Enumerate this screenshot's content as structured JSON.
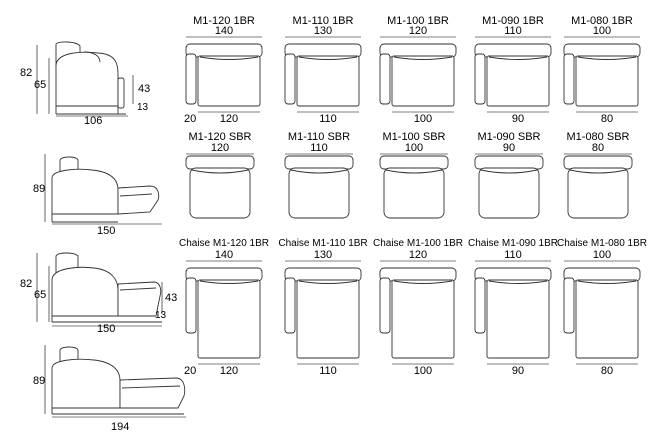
{
  "sides": [
    {
      "height": "82",
      "seat": "65",
      "arm": "43",
      "foot": "13",
      "depth": "106"
    },
    {
      "height": "89",
      "seat": "",
      "arm": "",
      "foot": "",
      "depth": "150"
    },
    {
      "height": "82",
      "seat": "65",
      "arm": "43",
      "foot": "13",
      "depth": "150"
    },
    {
      "height": "89",
      "seat": "",
      "arm": "",
      "foot": "",
      "depth": "194"
    }
  ],
  "modules": [
    [
      {
        "title": "M1-120 1BR",
        "total": "140",
        "inner": "120",
        "arm": "20"
      },
      {
        "title": "M1-110 1BR",
        "total": "130",
        "inner": "110",
        "arm": ""
      },
      {
        "title": "M1-100 1BR",
        "total": "120",
        "inner": "100",
        "arm": ""
      },
      {
        "title": "M1-090 1BR",
        "total": "110",
        "inner": "90",
        "arm": ""
      },
      {
        "title": "M1-080 1BR",
        "total": "100",
        "inner": "80",
        "arm": ""
      }
    ],
    [
      {
        "title": "M1-120 SBR",
        "total": "120",
        "inner": "",
        "arm": ""
      },
      {
        "title": "M1-110 SBR",
        "total": "110",
        "inner": "",
        "arm": ""
      },
      {
        "title": "M1-100 SBR",
        "total": "100",
        "inner": "",
        "arm": ""
      },
      {
        "title": "M1-090 SBR",
        "total": "90",
        "inner": "",
        "arm": ""
      },
      {
        "title": "M1-080 SBR",
        "total": "80",
        "inner": "",
        "arm": ""
      }
    ],
    [
      {
        "title": "Chaise M1-120 1BR",
        "total": "140",
        "inner": "120",
        "arm": "20"
      },
      {
        "title": "Chaise M1-110 1BR",
        "total": "130",
        "inner": "110",
        "arm": ""
      },
      {
        "title": "Chaise M1-100 1BR",
        "total": "120",
        "inner": "100",
        "arm": ""
      },
      {
        "title": "Chaise M1-090 1BR",
        "total": "110",
        "inner": "90",
        "arm": ""
      },
      {
        "title": "Chaise M1-080 1BR",
        "total": "100",
        "inner": "80",
        "arm": ""
      }
    ]
  ]
}
